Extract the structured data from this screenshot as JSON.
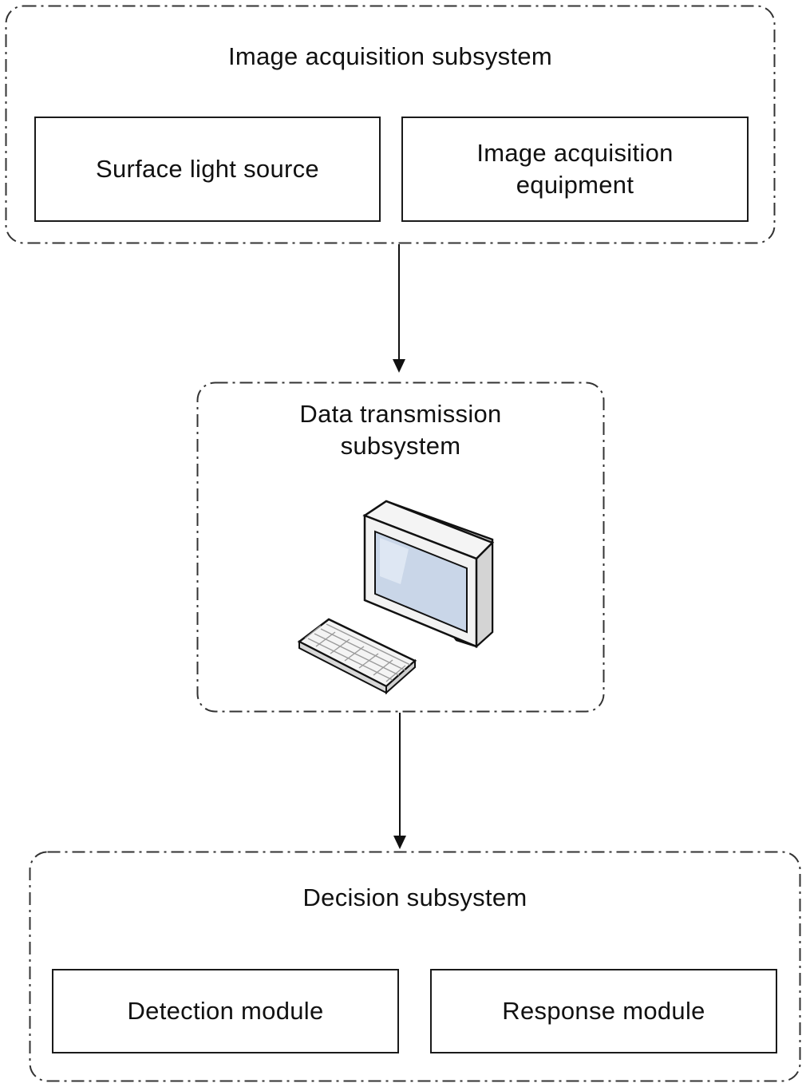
{
  "diagram": {
    "acquisition": {
      "title": "Image acquisition subsystem",
      "left_box": "Surface light source",
      "right_box": "Image acquisition equipment"
    },
    "transmission": {
      "title": "Data transmission subsystem",
      "icon": "computer-icon"
    },
    "decision": {
      "title": "Decision subsystem",
      "left_box": "Detection module",
      "right_box": "Response module"
    },
    "colors": {
      "stroke": "#1a1a1a",
      "background": "#ffffff",
      "screen": "#c9d6e8"
    }
  }
}
